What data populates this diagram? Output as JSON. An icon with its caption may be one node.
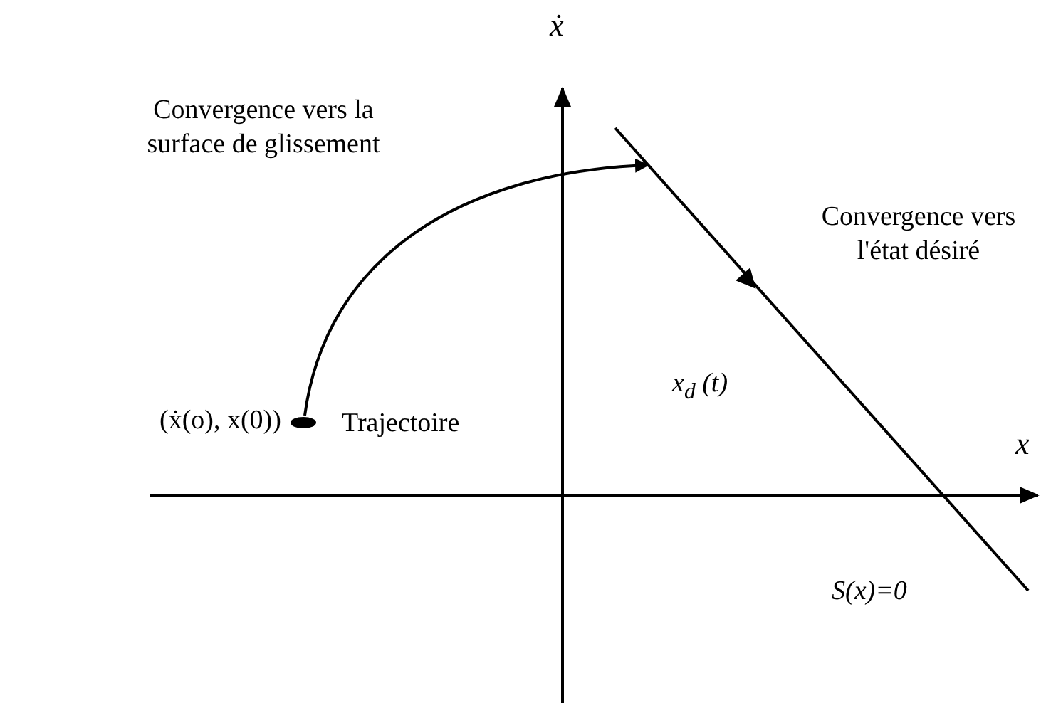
{
  "diagram": {
    "nodes": [
      {
        "text": [],
        "shape": "circle",
        "beside": [
          "(ẋ(o), x(0))",
          "Trajectoire"
        ]
      },
      {
        "text": [],
        "shape": "line",
        "beside": [
          "S(x)=0"
        ]
      }
    ],
    "edges": [
      {
        "from": 0,
        "to": 1,
        "arrow": "to",
        "label": "Convergence vers la surface de glissement"
      }
    ],
    "labels": [
      "ẋ",
      "Convergence vers l'état désiré",
      "x$_{d}$ (t)",
      "x"
    ]
  }
}
